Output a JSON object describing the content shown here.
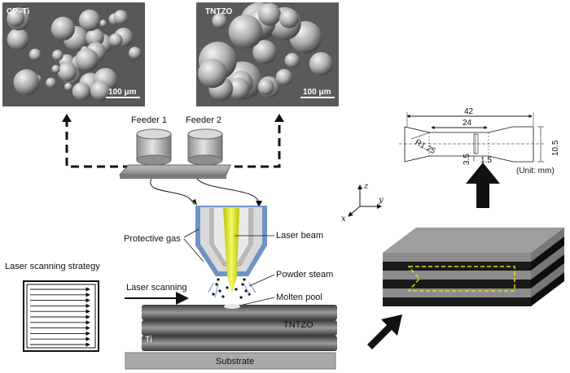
{
  "micrographs": {
    "left": {
      "title": "CP–Ti",
      "scale": "100 μm"
    },
    "right": {
      "title": "TNTZO",
      "scale": "100 μm"
    }
  },
  "feeders": {
    "feeder1": "Feeder 1",
    "feeder2": "Feeder 2"
  },
  "labels": {
    "protective_gas": "Protective gas",
    "laser_beam": "Laser beam",
    "powder_steam": "Powder steam",
    "laser_scanning": "Laser scanning",
    "molten_pool": "Molten pool",
    "tntzo": "TNTZO",
    "ti": "Ti",
    "substrate": "Substrate",
    "scan_strategy": "Laser scanning strategy"
  },
  "axes": {
    "z": "z",
    "y": "y",
    "x": "x"
  },
  "specimen": {
    "overall": "42",
    "gauge": "24",
    "radius": "R1.25",
    "height": "10.5",
    "grip": "3.5",
    "thickness": "1.5",
    "unit": "(Unit: mm)"
  },
  "colors": {
    "laser": "#e6ea1c",
    "nozzle_blue": "#6f93c6",
    "arrow": "#111111"
  }
}
